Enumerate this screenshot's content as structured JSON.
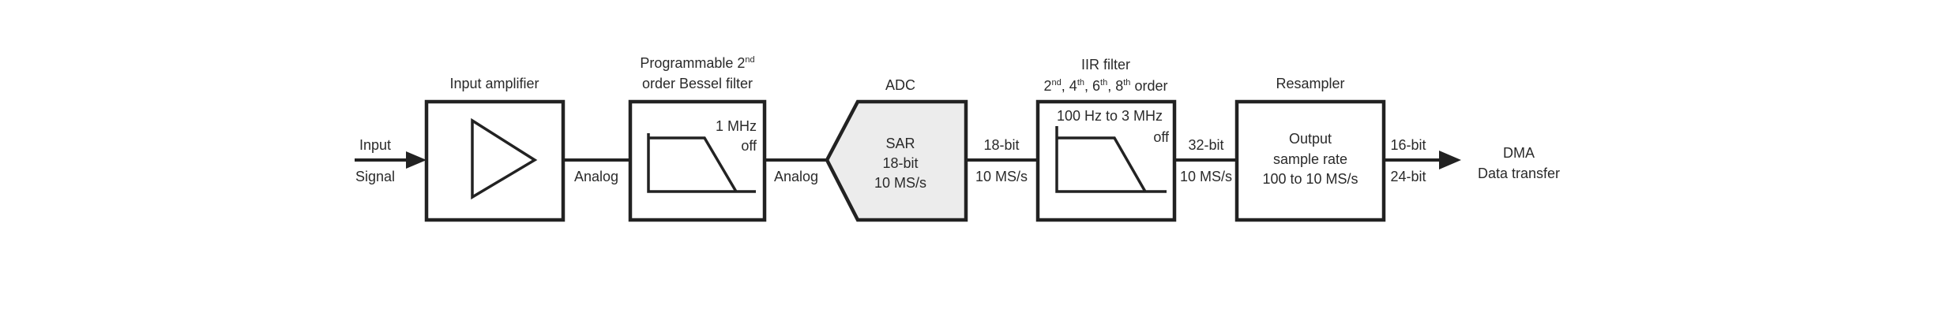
{
  "input": {
    "line1": "Input",
    "line2": "Signal"
  },
  "amplifier": {
    "title": "Input amplifier"
  },
  "bessel": {
    "title_line1": "Programmable 2",
    "title_sup": "nd",
    "title_line2": "order Bessel filter",
    "freq": "1 MHz",
    "off": "off"
  },
  "adc": {
    "title": "ADC",
    "line1": "SAR",
    "line2": "18-bit",
    "line3": "10 MS/s"
  },
  "iir": {
    "title": "IIR filter",
    "orders": [
      {
        "num": "2",
        "sup": "nd",
        "sep": ", "
      },
      {
        "num": "4",
        "sup": "th",
        "sep": ", "
      },
      {
        "num": "6",
        "sup": "th",
        "sep": ", "
      },
      {
        "num": "8",
        "sup": "th",
        "sep": " order"
      }
    ],
    "range": "100 Hz to 3 MHz",
    "off": "off"
  },
  "resampler": {
    "title": "Resampler",
    "line1": "Output",
    "line2": "sample rate",
    "line3": "100 to 10 MS/s"
  },
  "links": {
    "amp_to_bessel": "Analog",
    "bessel_to_adc": "Analog",
    "adc_to_iir": {
      "top": "18-bit",
      "bottom": "10 MS/s"
    },
    "iir_to_resampler": {
      "top": "32-bit",
      "bottom": "10 MS/s"
    },
    "resampler_out": {
      "top": "16-bit",
      "bottom": "24-bit"
    }
  },
  "output": {
    "line1": "DMA",
    "line2": "Data transfer"
  }
}
